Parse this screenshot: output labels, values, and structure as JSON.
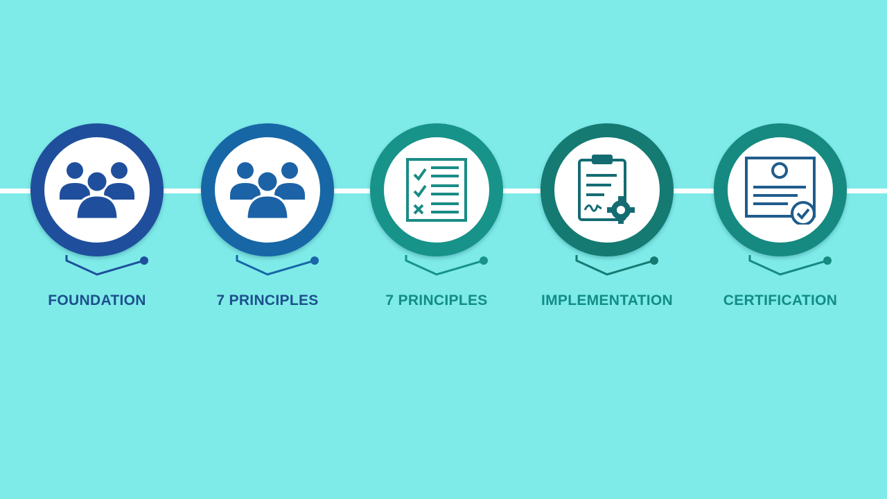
{
  "steps": [
    {
      "label": "FOUNDATION",
      "icon": "team-icon",
      "ring_color": "#1f4f9c",
      "icon_color": "#1f4f9c",
      "label_color": "#1d4f8c"
    },
    {
      "label": "7 PRINCIPLES",
      "icon": "team-icon",
      "ring_color": "#1767a6",
      "icon_color": "#1c62a6",
      "label_color": "#1d4f8c"
    },
    {
      "label": "7 PRINCIPLES",
      "icon": "checklist-icon",
      "ring_color": "#17938a",
      "icon_color": "#1a8c85",
      "label_color": "#128c86"
    },
    {
      "label": "IMPLEMENTATION",
      "icon": "clipboard-gear-icon",
      "ring_color": "#157a72",
      "icon_color": "#146c72",
      "label_color": "#128c86"
    },
    {
      "label": "CERTIFICATION",
      "icon": "certificate-icon",
      "ring_color": "#168a80",
      "icon_color": "#1f5c8c",
      "label_color": "#128c86"
    }
  ]
}
